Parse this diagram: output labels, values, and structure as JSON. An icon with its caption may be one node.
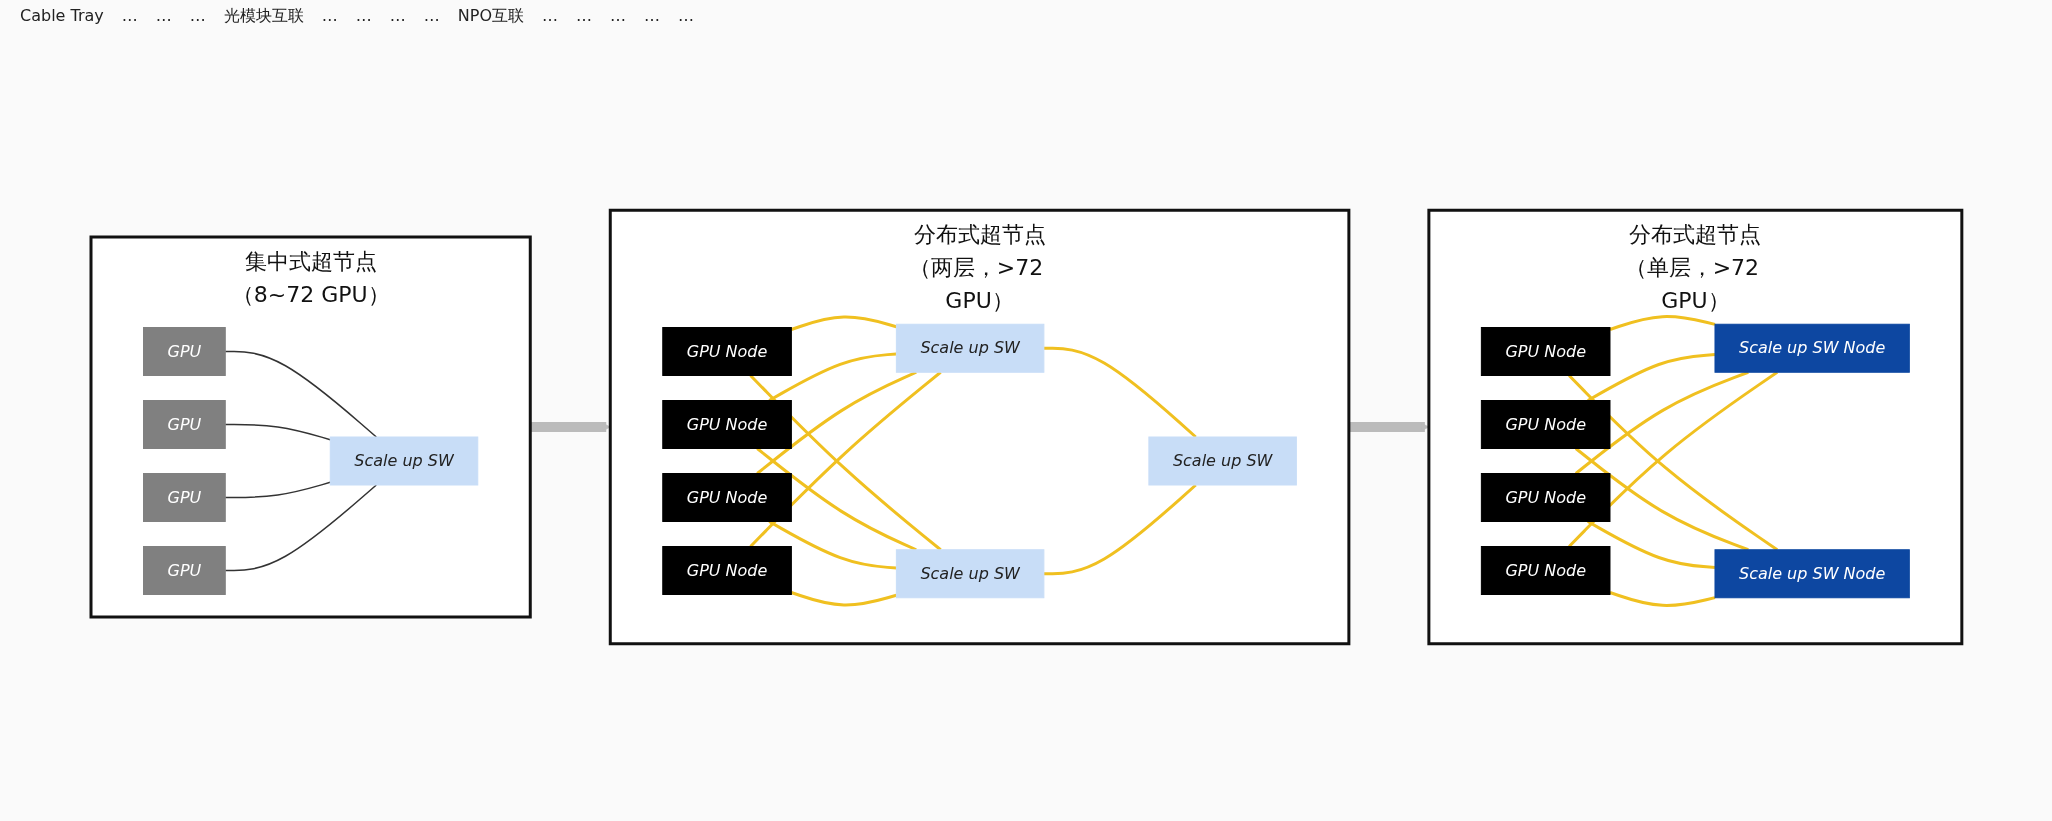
{
  "diagram": {
    "nodes": [
      {
        "text": [
          "集中式超节点",
          "（8~72 GPU）"
        ]
      },
      {
        "text": [
          "GPU"
        ],
        "in": 0
      },
      {
        "text": [
          "GPU"
        ],
        "in": 0
      },
      {
        "text": [
          "GPU"
        ],
        "in": 0
      },
      {
        "text": [
          "GPU"
        ],
        "in": 0
      },
      {
        "text": [
          "Scale up SW"
        ],
        "in": 0
      },
      {
        "text": [
          "分布式超节点",
          "（两层，>72 GPU）"
        ]
      },
      {
        "text": [
          "GPU Node"
        ],
        "in": 6
      },
      {
        "text": [
          "GPU Node"
        ],
        "in": 6
      },
      {
        "text": [
          "GPU Node"
        ],
        "in": 6
      },
      {
        "text": [
          "GPU Node"
        ],
        "in": 6
      },
      {
        "text": [
          "Scale up SW"
        ],
        "in": 6
      },
      {
        "text": [
          "Scale up SW"
        ],
        "in": 6
      },
      {
        "text": [
          "Scale up SW"
        ],
        "in": 6
      },
      {
        "text": [
          "分布式超节点",
          "（单层，>72 GPU）"
        ]
      },
      {
        "text": [
          "GPU Node"
        ],
        "in": 14
      },
      {
        "text": [
          "GPU Node"
        ],
        "in": 14
      },
      {
        "text": [
          "GPU Node"
        ],
        "in": 14
      },
      {
        "text": [
          "GPU Node"
        ],
        "in": 14
      },
      {
        "text": [
          "Scale up SW Node"
        ],
        "in": 14
      },
      {
        "text": [
          "Scale up SW Node"
        ],
        "in": 14
      }
    ],
    "edges": [
      {
        "from": 1,
        "to": 5,
        "arrow": "none",
        "color": "#333333"
      },
      {
        "from": 2,
        "to": 5,
        "arrow": "none",
        "color": "#333333"
      },
      {
        "from": 3,
        "to": 5,
        "arrow": "none",
        "color": "#333333"
      },
      {
        "from": 4,
        "to": 5,
        "arrow": "none",
        "color": "#333333"
      },
      {
        "from": 7,
        "to": 11,
        "arrow": "none"
      },
      {
        "from": 7,
        "to": 12,
        "arrow": "none"
      },
      {
        "from": 8,
        "to": 11,
        "arrow": "none"
      },
      {
        "from": 8,
        "to": 12,
        "arrow": "none"
      },
      {
        "from": 9,
        "to": 11,
        "arrow": "none"
      },
      {
        "from": 9,
        "to": 12,
        "arrow": "none"
      },
      {
        "from": 10,
        "to": 11,
        "arrow": "none"
      },
      {
        "from": 10,
        "to": 12,
        "arrow": "none"
      },
      {
        "from": 11,
        "to": 13,
        "arrow": "none"
      },
      {
        "from": 12,
        "to": 13,
        "arrow": "none"
      },
      {
        "from": 15,
        "to": 19,
        "arrow": "none"
      },
      {
        "from": 15,
        "to": 20,
        "arrow": "none"
      },
      {
        "from": 16,
        "to": 19,
        "arrow": "none"
      },
      {
        "from": 16,
        "to": 20,
        "arrow": "none"
      },
      {
        "from": 17,
        "to": 19,
        "arrow": "none"
      },
      {
        "from": 17,
        "to": 20,
        "arrow": "none"
      },
      {
        "from": 18,
        "to": 19,
        "arrow": "none"
      },
      {
        "from": 18,
        "to": 20,
        "arrow": "none"
      },
      {
        "from": 0,
        "to": 6,
        "arrow": "to",
        "style": "thick",
        "color": "#bbbbbb"
      },
      {
        "from": 6,
        "to": 14,
        "arrow": "to",
        "style": "thick",
        "color": "#bbbbbb"
      }
    ],
    "labels": [
      "Cable Tray",
      "…",
      "…",
      "…",
      "光模块互联",
      "…",
      "…",
      "…",
      "…",
      "NPO互联",
      "…",
      "…",
      "…",
      "…",
      "…"
    ]
  }
}
